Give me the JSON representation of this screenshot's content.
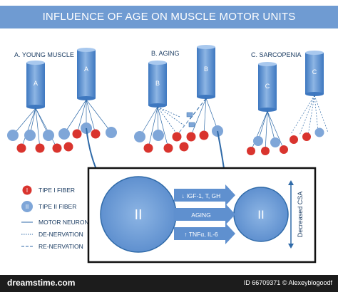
{
  "title": "INFLUENCE OF AGE ON MUSCLE MOTOR UNITS",
  "panels": {
    "young": "A. YOUNG MUSCLE",
    "aging": "B. AGING",
    "sarcopenia": "C. SARCOPENIA"
  },
  "neuron_letters": {
    "a": "A",
    "b": "B",
    "c": "C"
  },
  "fiber_labels": {
    "type1": "I",
    "type2": "II"
  },
  "legend": {
    "type1": "TIPE I FIBER",
    "type2": "TIPE II FIBER",
    "neuron": "MOTOR NEURON",
    "denervation": "DE-NERVATION",
    "renervation": "RE-NERVATION"
  },
  "inset": {
    "factor1": "↓ IGF-1, T, GH",
    "factor2": "AGING",
    "factor3": "↑ TNFα, IL-6",
    "csa": "Decreased CSA",
    "fiber_label": "II"
  },
  "footer": {
    "brand": "dreamstime.com",
    "id": "ID 66709371",
    "author": "© Alexeyblogoodf"
  },
  "colors": {
    "band": "#6f9bd2",
    "neuron": "#4d86c8",
    "type1": "#d9342e",
    "type2": "#7fa6d8",
    "line": "#2f6aa8"
  }
}
